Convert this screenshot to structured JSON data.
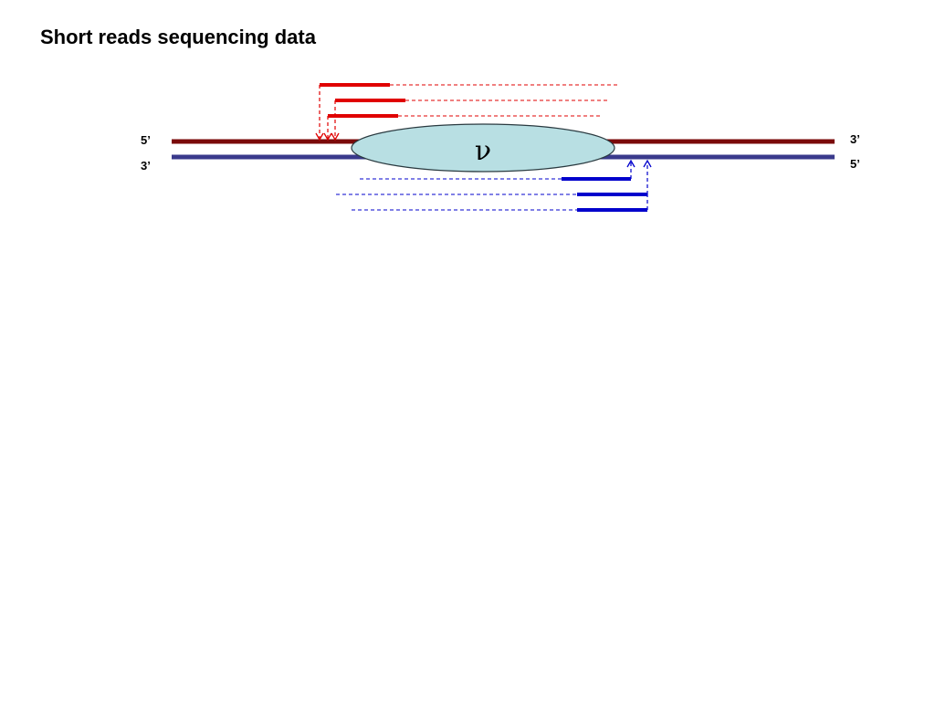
{
  "title": "Short reads sequencing data",
  "strands": {
    "top": {
      "left_label": "5’",
      "right_label": "3’",
      "color": "#7a0a0a"
    },
    "bottom": {
      "left_label": "3’",
      "right_label": "5’",
      "color": "#3a3a8c"
    }
  },
  "region": {
    "label": "ν",
    "fill": "#b8dfe3",
    "outline": "#2a3a40"
  },
  "reads": {
    "forward_color": "#e00000",
    "reverse_color": "#0000cc"
  }
}
